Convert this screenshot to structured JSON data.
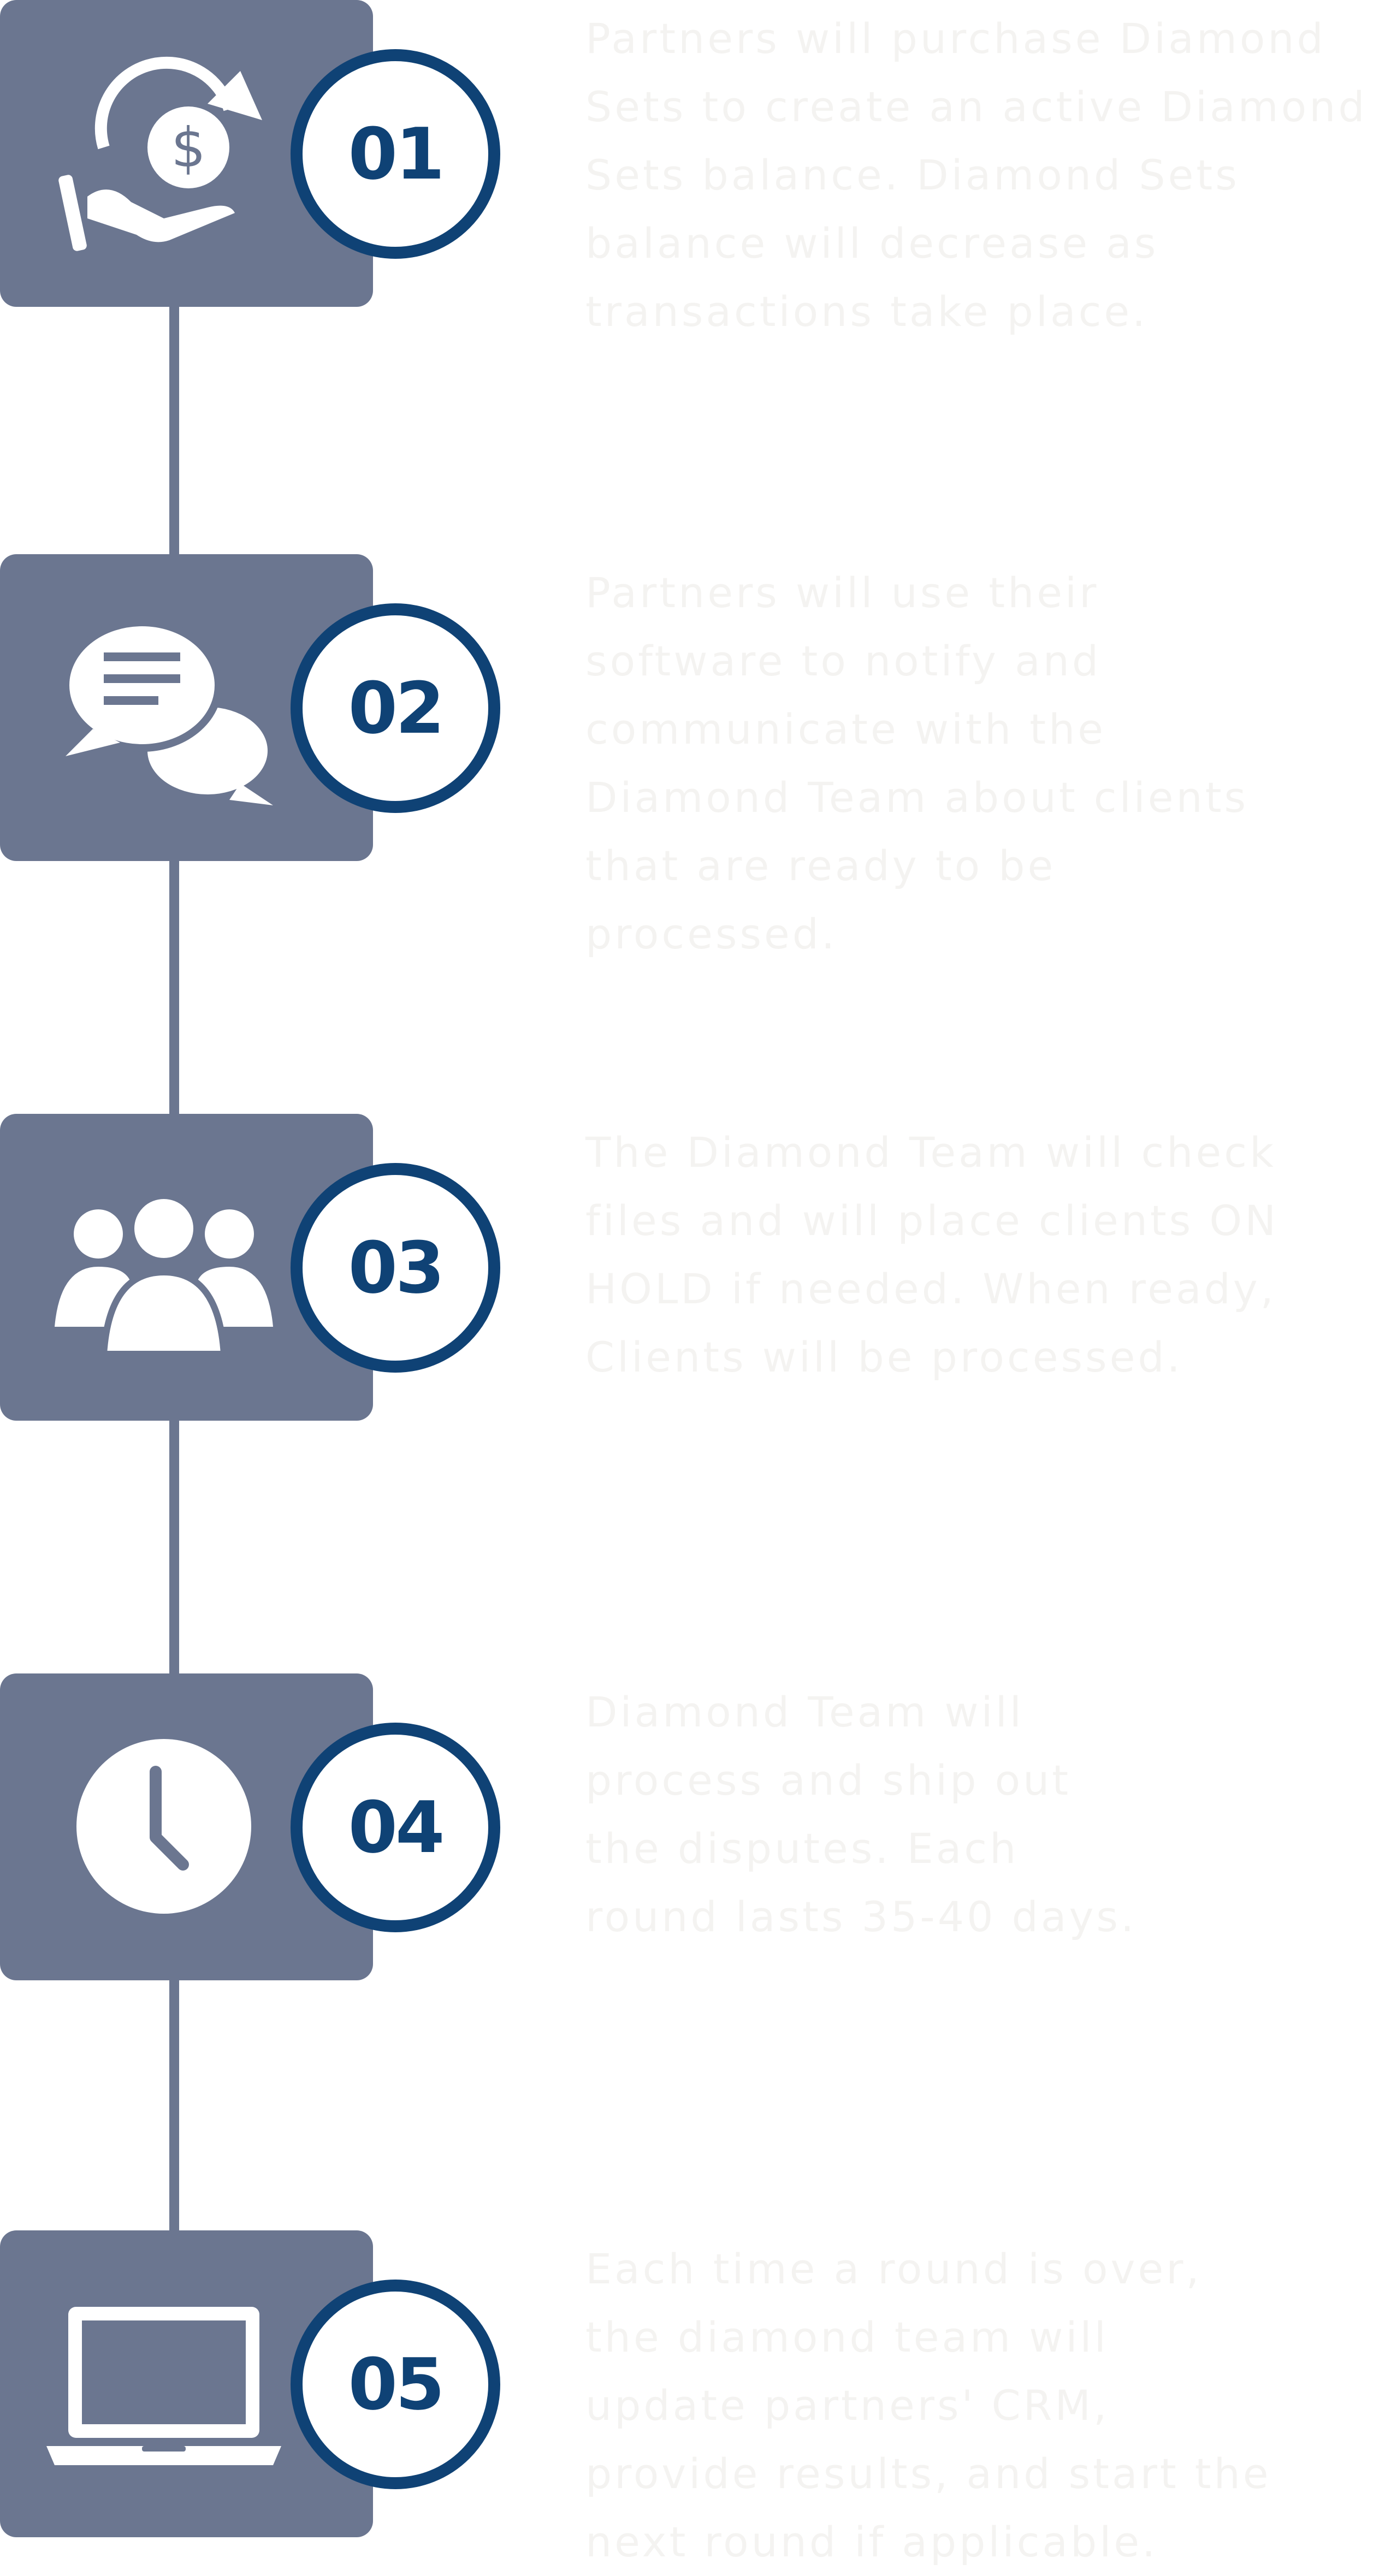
{
  "steps": [
    {
      "number": "01",
      "icon": "hand-money-cycle-icon",
      "lines": [
        "Partners will purchase Diamond",
        "Sets to create an active Diamond",
        "Sets balance. Diamond Sets",
        "balance will decrease as",
        "transactions take place."
      ]
    },
    {
      "number": "02",
      "icon": "chat-bubbles-icon",
      "lines": [
        "Partners will use their",
        "software to notify and",
        "communicate with the",
        "Diamond Team about clients",
        "that are ready to be",
        "processed."
      ]
    },
    {
      "number": "03",
      "icon": "team-users-icon",
      "lines": [
        "The Diamond Team will check",
        "files and will place clients ON",
        "HOLD if needed. When ready,",
        "Clients will be processed."
      ]
    },
    {
      "number": "04",
      "icon": "clock-icon",
      "lines": [
        "Diamond Team will",
        "process and ship out",
        "the disputes. Each",
        "round lasts 35-40 days."
      ]
    },
    {
      "number": "05",
      "icon": "laptop-icon",
      "lines": [
        "Each time a round is over,",
        "the diamond team will",
        "update partners' CRM,",
        "provide results, and start the",
        "next round if applicable."
      ]
    }
  ],
  "colors": {
    "box": "#6b7690",
    "accent": "#0f4275",
    "text": "#f4f3f1"
  }
}
